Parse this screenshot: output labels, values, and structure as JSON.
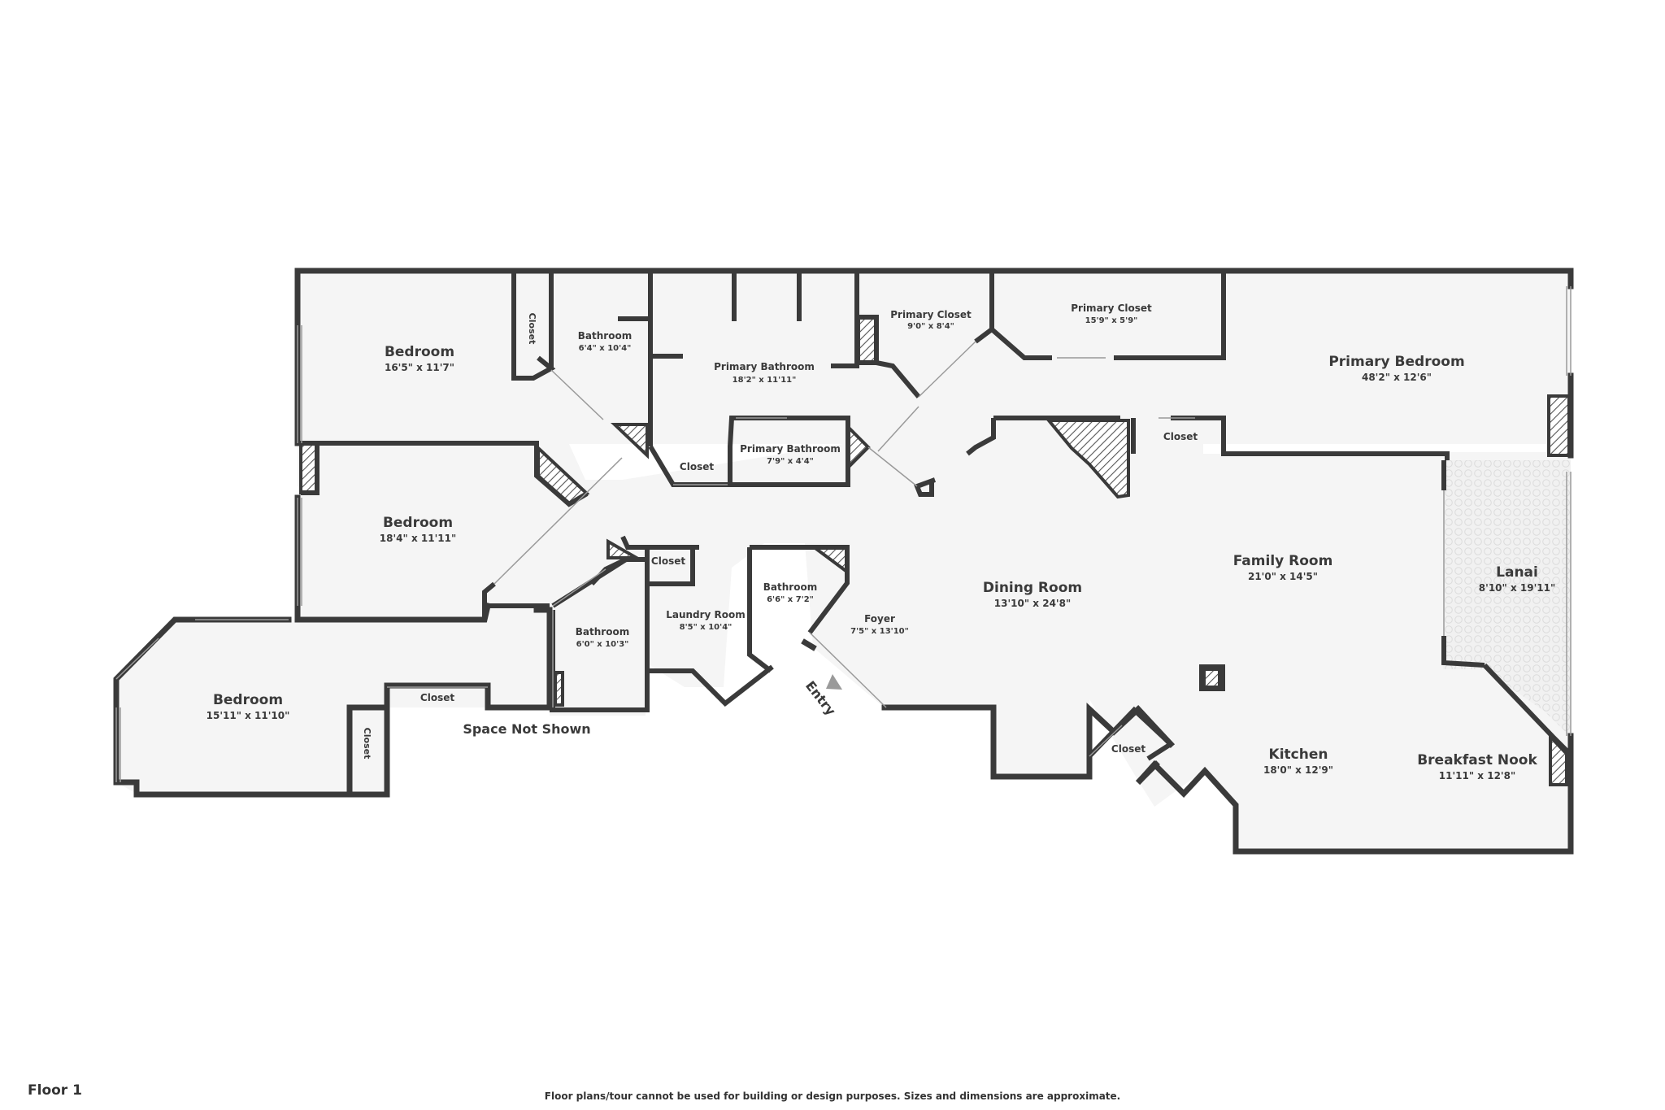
{
  "floor_label": "Floor 1",
  "disclaimer": "Floor plans/tour cannot be used for building or design purposes. Sizes and dimensions are approximate.",
  "entry_label": "Entry",
  "space_not_shown": "Space Not Shown",
  "colors": {
    "wall": "#3a3a3a",
    "floor": "#f5f5f5",
    "text": "#3a3a3a",
    "lanai_tile": "#e2e2e2",
    "hatch": "#3a3a3a"
  },
  "rooms": {
    "bedroom_nw": {
      "name": "Bedroom",
      "dims": "16'5\" x 11'7\""
    },
    "closet_nw": {
      "name": "Closet"
    },
    "bathroom_n": {
      "name": "Bathroom",
      "dims": "6'4\" x 10'4\""
    },
    "primary_bathroom": {
      "name": "Primary Bathroom",
      "dims": "18'2\" x 11'11\""
    },
    "primary_bathroom_2": {
      "name": "Primary Bathroom",
      "dims": "7'9\" x 4'4\""
    },
    "closet_hall": {
      "name": "Closet"
    },
    "primary_closet_1": {
      "name": "Primary Closet",
      "dims": "9'0\" x 8'4\""
    },
    "primary_closet_2": {
      "name": "Primary Closet",
      "dims": "15'9\" x 5'9\""
    },
    "primary_bedroom": {
      "name": "Primary Bedroom",
      "dims": "48'2\" x 12'6\""
    },
    "closet_primary": {
      "name": "Closet"
    },
    "bedroom_w": {
      "name": "Bedroom",
      "dims": "18'4\" x 11'11\""
    },
    "bedroom_sw": {
      "name": "Bedroom",
      "dims": "15'11\" x 11'10\""
    },
    "closet_sw_v": {
      "name": "Closet"
    },
    "closet_sw_h": {
      "name": "Closet"
    },
    "bathroom_s": {
      "name": "Bathroom",
      "dims": "6'0\" x 10'3\""
    },
    "closet_laundry": {
      "name": "Closet"
    },
    "laundry_room": {
      "name": "Laundry Room",
      "dims": "8'5\" x 10'4\""
    },
    "bathroom_c": {
      "name": "Bathroom",
      "dims": "6'6\" x 7'2\""
    },
    "foyer": {
      "name": "Foyer",
      "dims": "7'5\" x 13'10\""
    },
    "dining_room": {
      "name": "Dining Room",
      "dims": "13'10\" x 24'8\""
    },
    "family_room": {
      "name": "Family Room",
      "dims": "21'0\" x 14'5\""
    },
    "lanai": {
      "name": "Lanai",
      "dims": "8'10\" x 19'11\""
    },
    "kitchen": {
      "name": "Kitchen",
      "dims": "18'0\" x 12'9\""
    },
    "closet_kitchen": {
      "name": "Closet"
    },
    "breakfast_nook": {
      "name": "Breakfast Nook",
      "dims": "11'11\" x 12'8\""
    }
  }
}
